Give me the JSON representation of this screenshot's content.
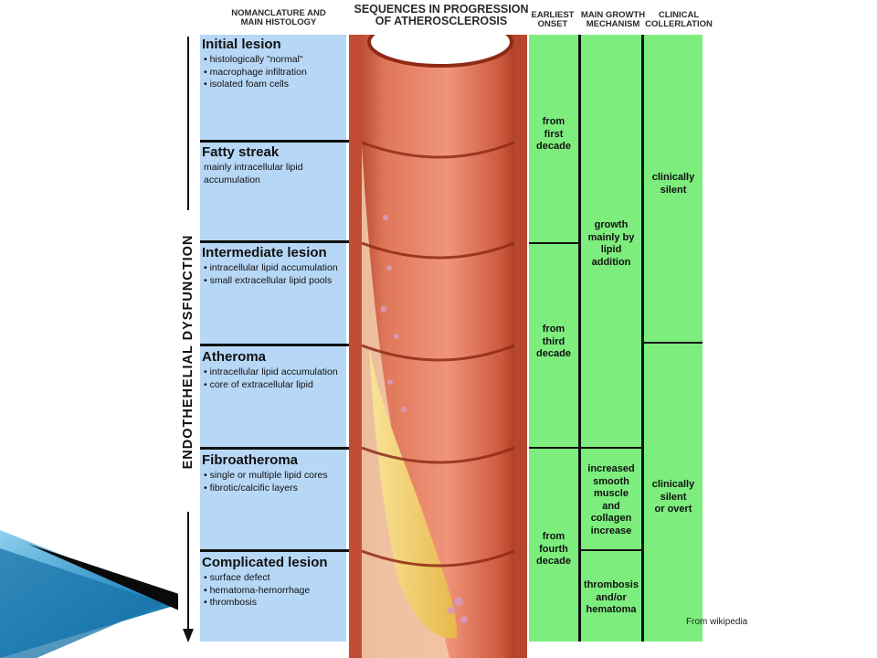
{
  "headers": {
    "nomenclature": "NOMANCLATURE AND\nMAIN HISTOLOGY",
    "sequences": "SEQUENCES IN PROGRESSION\nOF ATHEROSCLEROSIS",
    "onset": "EARLIEST\nONSET",
    "growth": "MAIN GROWTH\nMECHANISM",
    "clinical": "CLINICAL\nCOLLERLATION"
  },
  "side_label": "ENDOTHEHELIAL DYSFUNCTION",
  "stages": [
    {
      "title": "Initial lesion",
      "bullets": [
        "• histologically \"normal\"",
        "• macrophage infiltration",
        "• isolated foam cells"
      ]
    },
    {
      "title": "Fatty streak",
      "desc": "mainly intracellular lipid\naccumulation"
    },
    {
      "title": "Intermediate lesion",
      "bullets": [
        "• intracellular lipid accumulation",
        "• small extracellular lipid pools"
      ]
    },
    {
      "title": "Atheroma",
      "bullets": [
        "• intracellular lipid accumulation",
        "• core of extracellular lipid"
      ]
    },
    {
      "title": "Fibroatheroma",
      "bullets": [
        "• single or multiple lipid cores",
        "• fibrotic/calcific layers"
      ]
    },
    {
      "title": "Complicated lesion",
      "bullets": [
        "• surface defect",
        "• hematoma-hemorrhage",
        "• thrombosis"
      ]
    }
  ],
  "onset": [
    "from\nfirst\ndecade",
    "from\nthird\ndecade",
    "from\nfourth\ndecade"
  ],
  "growth": [
    "growth\nmainly by\nlipid\naddition",
    "increased\nsmooth\nmuscle\nand\ncollagen\nincrease",
    "thrombosis\nand/or\nhematoma"
  ],
  "clinical": [
    "clinically\nsilent",
    "clinically\nsilent\nor overt"
  ],
  "credit": "From wikipedia",
  "colors": {
    "nomenclature_bg": "#b7d7f6",
    "green_bg": "#7ded7d",
    "artery": "#d9664a",
    "lipid": "#f4d36a",
    "deco_blue": "#1b7fb8"
  }
}
